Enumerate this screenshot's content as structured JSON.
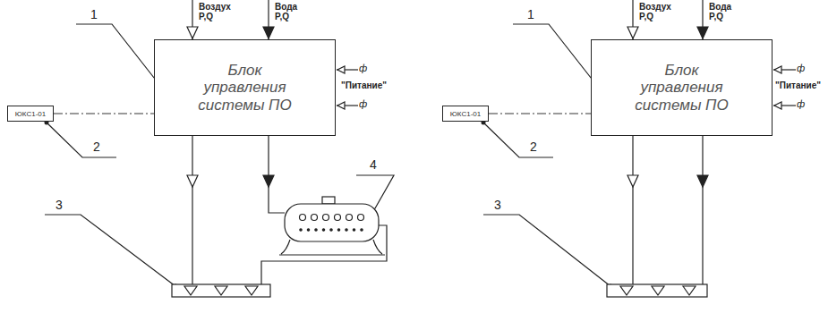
{
  "diagram": {
    "nodes": [
      {
        "text": [
          "Блок управления системы ПО"
        ]
      },
      {
        "text": [
          "ЮКС1-01"
        ]
      },
      {
        "text": [
          "Блок управления системы ПО"
        ]
      },
      {
        "text": [
          "ЮКС1-01"
        ]
      }
    ],
    "edges": [
      {
        "from": 1,
        "to": 0,
        "arrow": "none"
      },
      {
        "from": 3,
        "to": 2,
        "arrow": "none"
      }
    ],
    "labels": [
      "Воздух P,Q",
      "Вода P,Q",
      "\"Питание\"",
      "ф",
      "ф",
      "1",
      "2",
      "3",
      "4",
      "Воздух P,Q",
      "Вода P,Q",
      "\"Питание\"",
      "ф",
      "ф",
      "1",
      "2",
      "3"
    ]
  }
}
